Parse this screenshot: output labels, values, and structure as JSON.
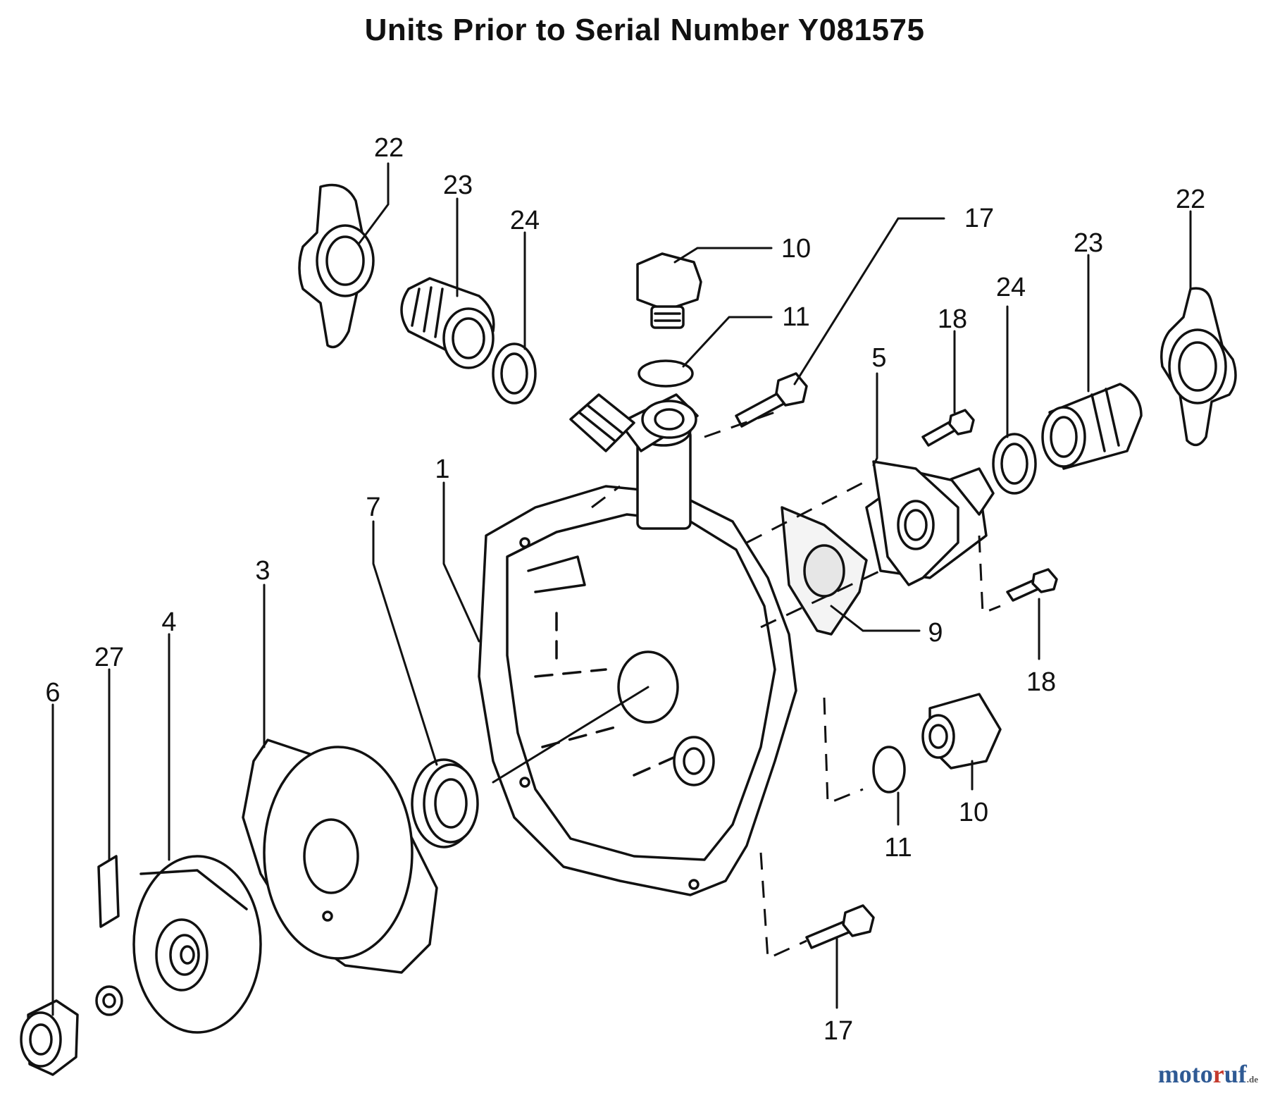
{
  "title": "Units Prior to Serial Number Y081575",
  "labels": {
    "p22a": "22",
    "p23a": "23",
    "p24a": "24",
    "p10a": "10",
    "p11a": "11",
    "p17a": "17",
    "p18a": "18",
    "p5": "5",
    "p24b": "24",
    "p23b": "23",
    "p22b": "22",
    "p1": "1",
    "p7": "7",
    "p3": "3",
    "p4": "4",
    "p27": "27",
    "p6": "6",
    "p9": "9",
    "p18b": "18",
    "p11b": "11",
    "p10b": "10",
    "p17b": "17"
  },
  "watermark": {
    "a": "moto",
    "b": "r",
    "c": "uf",
    "d": ".de"
  },
  "colors": {
    "line": "#111111",
    "wm_blue": "#2f5a94",
    "wm_red": "#c43a2d"
  }
}
